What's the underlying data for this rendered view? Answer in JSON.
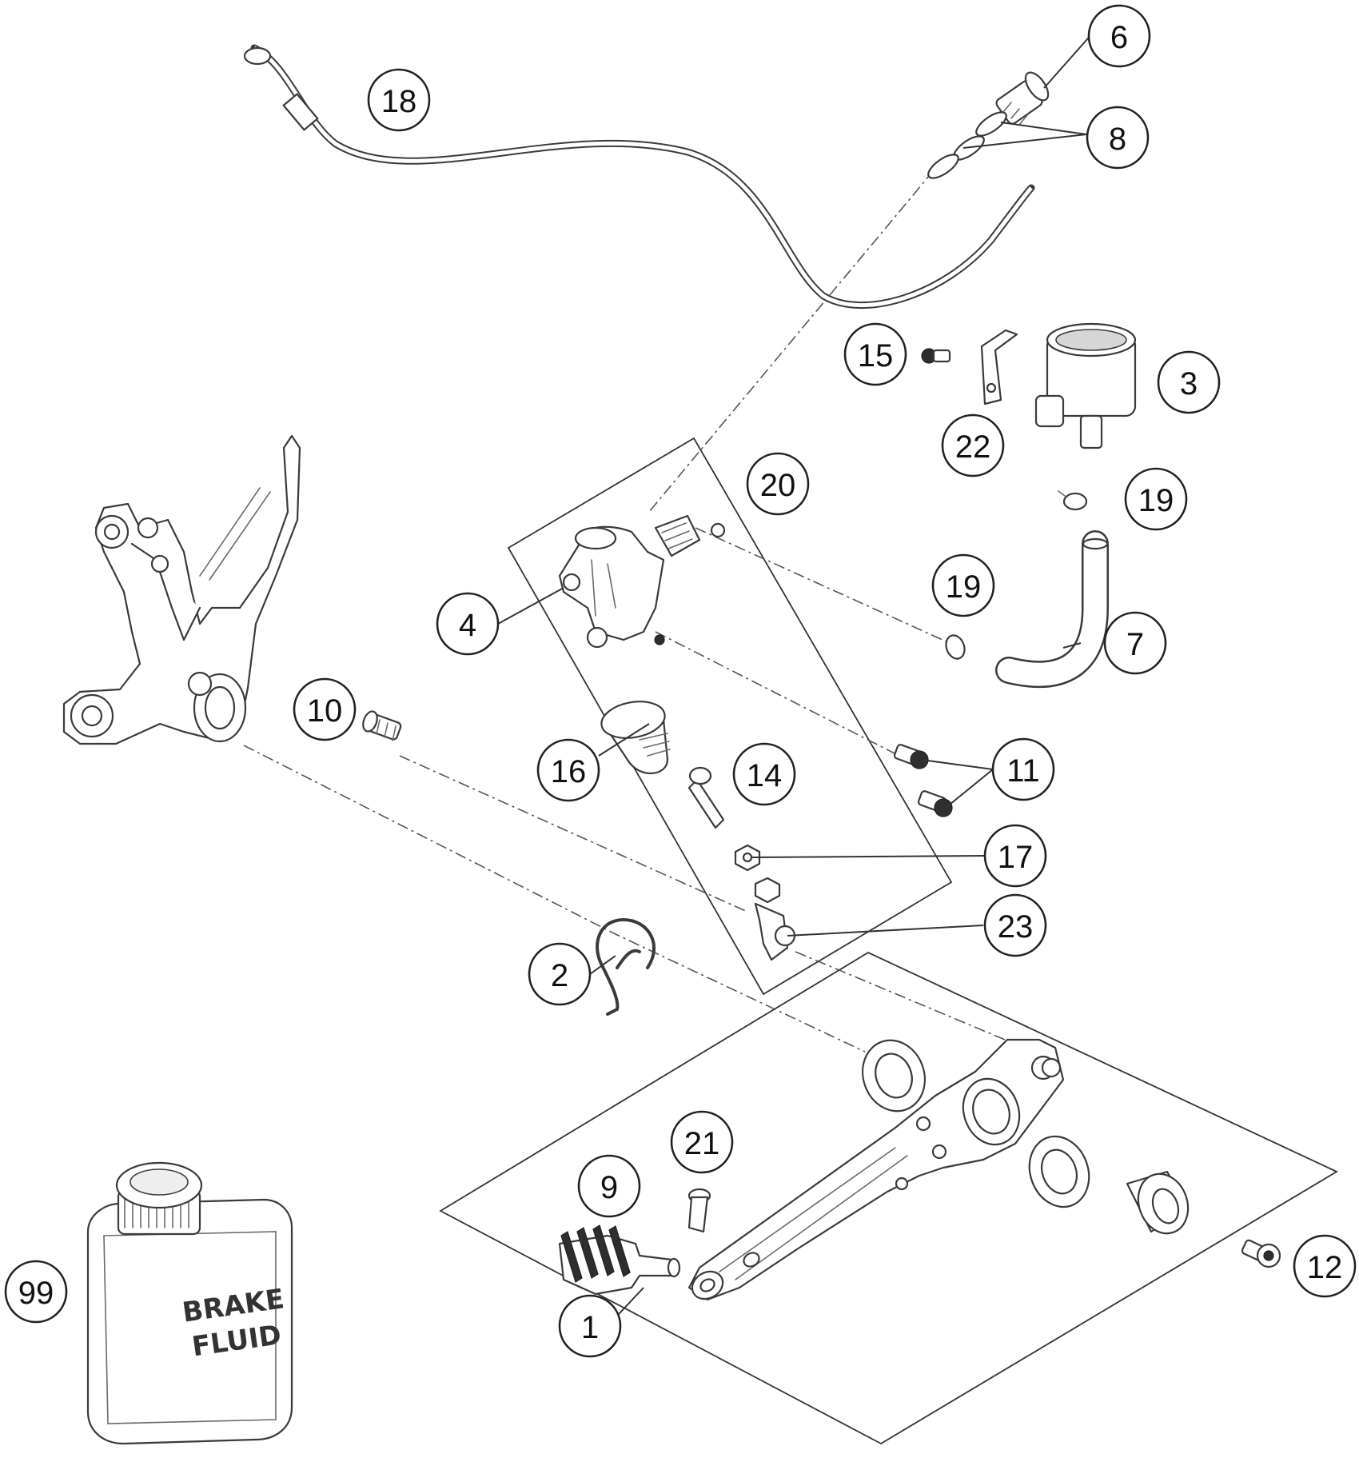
{
  "diagram": {
    "callouts": [
      {
        "id": "c1",
        "label": "1"
      },
      {
        "id": "c2",
        "label": "2"
      },
      {
        "id": "c3",
        "label": "3"
      },
      {
        "id": "c4",
        "label": "4"
      },
      {
        "id": "c6",
        "label": "6"
      },
      {
        "id": "c7",
        "label": "7"
      },
      {
        "id": "c8",
        "label": "8"
      },
      {
        "id": "c9",
        "label": "9"
      },
      {
        "id": "c10",
        "label": "10"
      },
      {
        "id": "c11",
        "label": "11"
      },
      {
        "id": "c12",
        "label": "12"
      },
      {
        "id": "c14",
        "label": "14"
      },
      {
        "id": "c15",
        "label": "15"
      },
      {
        "id": "c16",
        "label": "16"
      },
      {
        "id": "c17",
        "label": "17"
      },
      {
        "id": "c18",
        "label": "18"
      },
      {
        "id": "c19a",
        "label": "19"
      },
      {
        "id": "c19b",
        "label": "19"
      },
      {
        "id": "c20",
        "label": "20"
      },
      {
        "id": "c21",
        "label": "21"
      },
      {
        "id": "c22",
        "label": "22"
      },
      {
        "id": "c23",
        "label": "23"
      },
      {
        "id": "c99",
        "label": "99"
      }
    ],
    "bottle_label": {
      "line1": "BRAKE",
      "line2": "FLUID"
    }
  }
}
